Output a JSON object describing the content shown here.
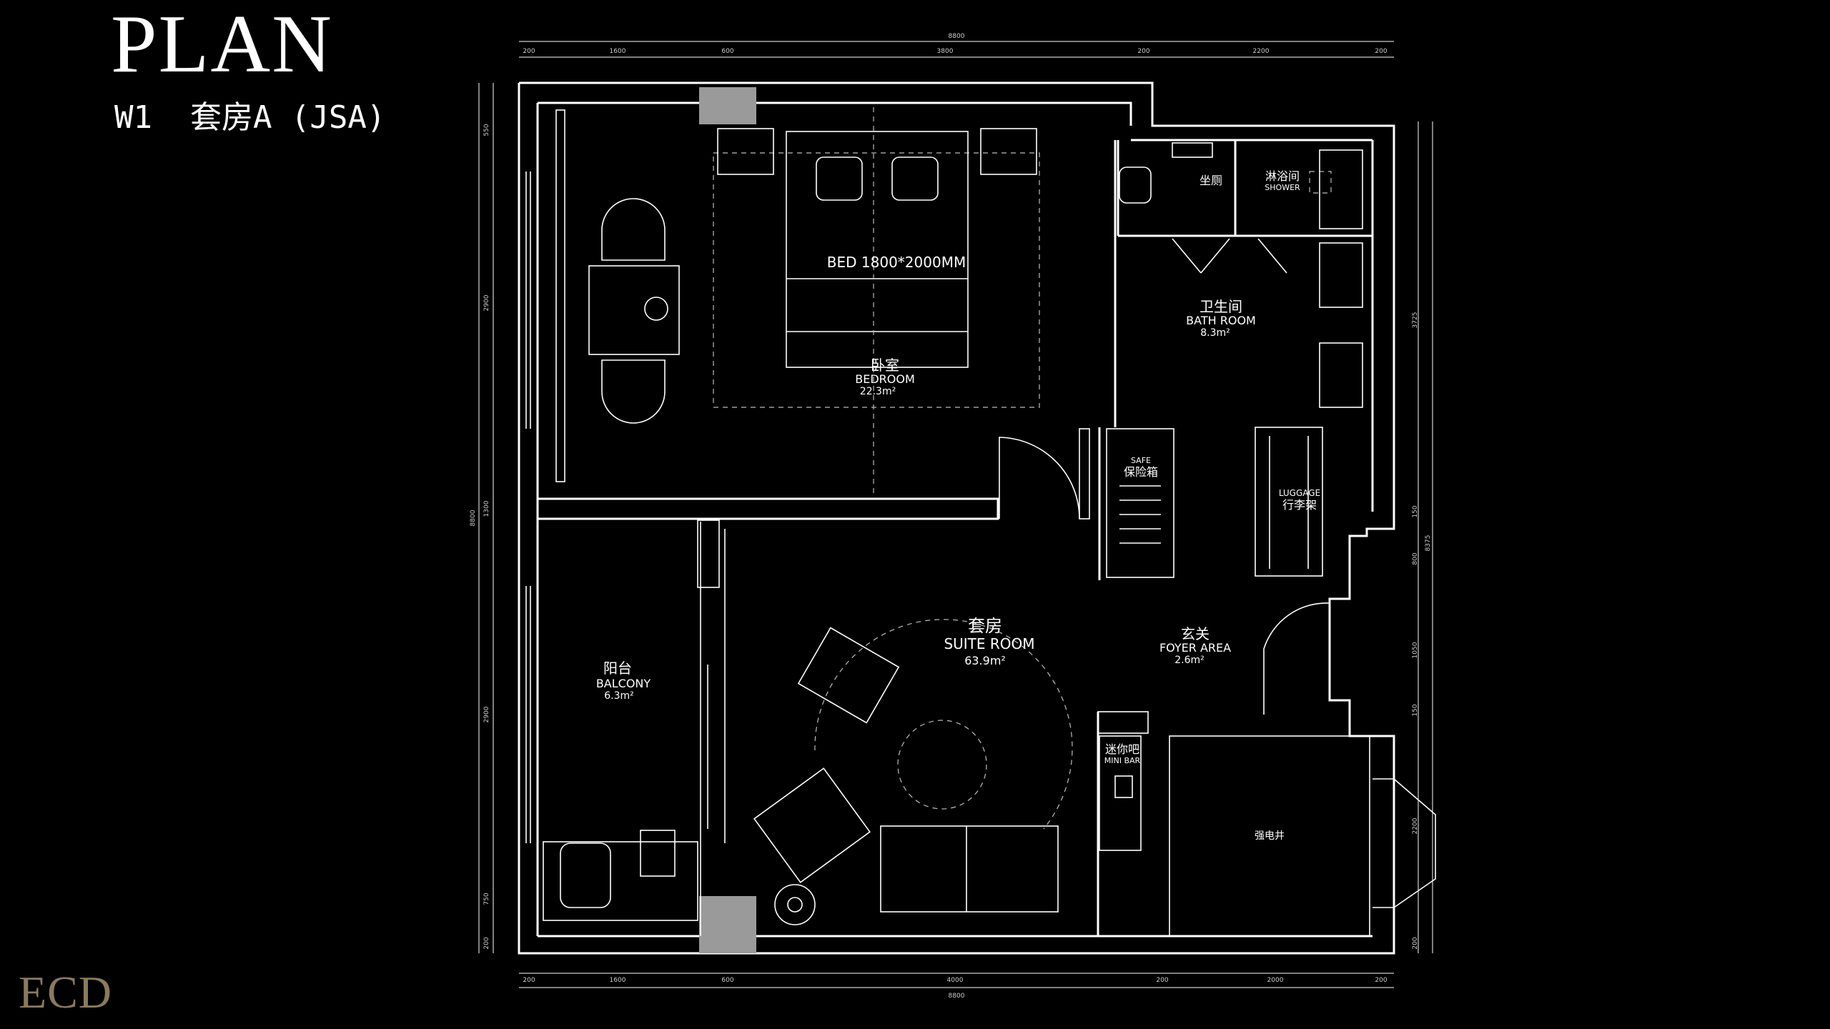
{
  "header": {
    "title": "PLAN",
    "subtitle": "W1  套房A (JSA)"
  },
  "brand": "ECD",
  "rooms": {
    "bedroom": {
      "cn": "卧室",
      "en": "BEDROOM",
      "area": "22.3m²"
    },
    "bath": {
      "cn": "卫生间",
      "en": "BATH ROOM",
      "area": "8.3m²"
    },
    "suite": {
      "cn": "套房",
      "en": "SUITE ROOM",
      "area": "63.9m²"
    },
    "foyer": {
      "cn": "玄关",
      "en": "FOYER AREA",
      "area": "2.6m²"
    },
    "balcony": {
      "cn": "阳台",
      "en": "BALCONY",
      "area": "6.3m²"
    },
    "toilet": {
      "cn": "坐厕"
    },
    "shower": {
      "cn": "淋浴间",
      "en": "SHOWER"
    },
    "safe": {
      "en": "SAFE",
      "cn": "保险箱"
    },
    "luggage": {
      "en": "LUGGAGE",
      "cn": "行李架"
    },
    "minibar": {
      "cn": "迷你吧",
      "en": "MINI BAR"
    },
    "shaft": {
      "cn": "强电井"
    }
  },
  "bed_label": "BED 1800*2000MM",
  "dims": {
    "top_total": "8800",
    "top": [
      "200",
      "1600",
      "600",
      "3800",
      "200",
      "2200",
      "200"
    ],
    "bottom_total": "8800",
    "bottom": [
      "200",
      "1600",
      "600",
      "4000",
      "200",
      "2000",
      "200"
    ],
    "left_total": "8800",
    "left": [
      "550",
      "2900",
      "1300",
      "2900",
      "750",
      "200"
    ],
    "right_total": "8375",
    "right": [
      "3725",
      "150",
      "800",
      "1050",
      "150",
      "2200",
      "200"
    ]
  }
}
